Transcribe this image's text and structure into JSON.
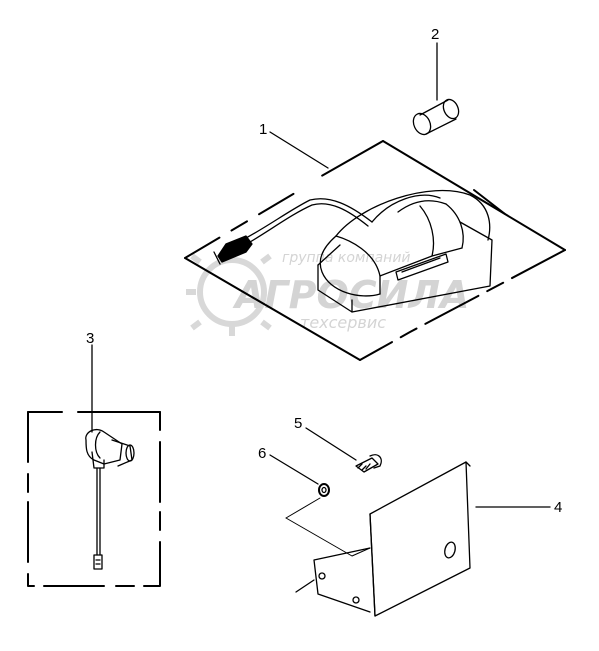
{
  "diagram": {
    "callouts": [
      {
        "id": "1",
        "label": "1"
      },
      {
        "id": "2",
        "label": "2"
      },
      {
        "id": "3",
        "label": "3"
      },
      {
        "id": "4",
        "label": "4"
      },
      {
        "id": "5",
        "label": "5"
      },
      {
        "id": "6",
        "label": "6"
      }
    ]
  },
  "watermark": {
    "line1": "группа компаний",
    "line2": "АГРОСИЛА",
    "line3": "техсервис"
  },
  "colors": {
    "line": "#000000",
    "watermark": "#d4d4d4",
    "background": "#ffffff"
  }
}
